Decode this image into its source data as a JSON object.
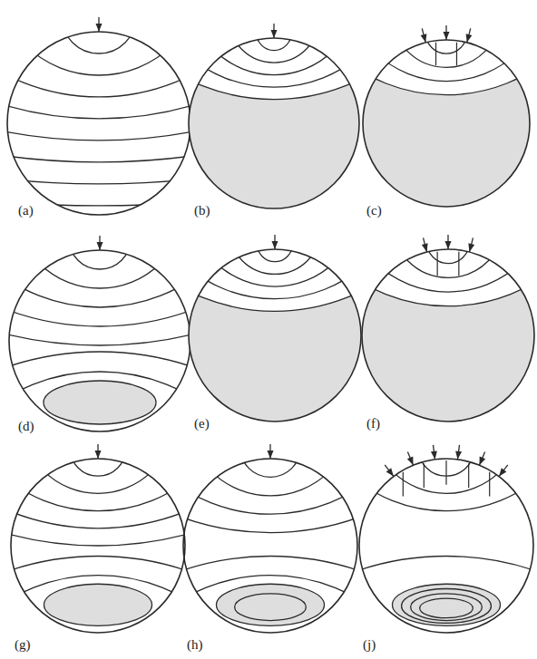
{
  "diagram": {
    "labels": [
      "(a)",
      "(b)",
      "(c)",
      "(d)",
      "(e)",
      "(f)",
      "(g)",
      "(h)",
      "(j)"
    ]
  }
}
